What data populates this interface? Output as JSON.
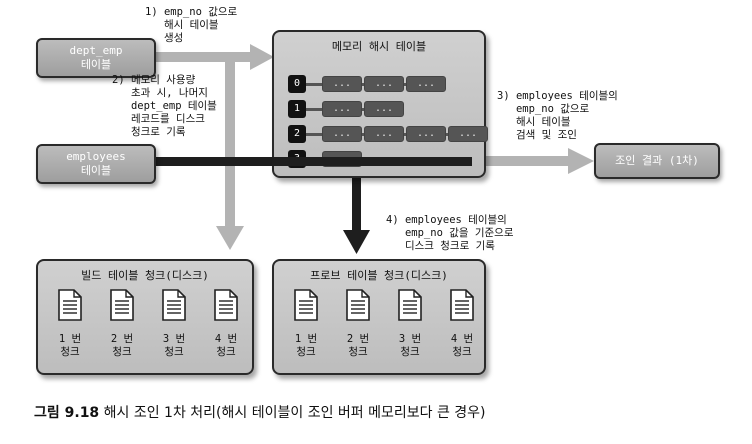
{
  "boxes": {
    "dept_emp": [
      "dept_emp",
      "테이블"
    ],
    "employees": [
      "employees",
      "테이블"
    ],
    "join_result": "조인 결과 (1차)"
  },
  "memory_table": {
    "title": "메모리 해시 테이블",
    "rows": [
      {
        "index": "0",
        "cells": [
          "...",
          "...",
          "..."
        ]
      },
      {
        "index": "1",
        "cells": [
          "...",
          "..."
        ]
      },
      {
        "index": "2",
        "cells": [
          "...",
          "...",
          "...",
          "..."
        ]
      },
      {
        "index": "3",
        "cells": [
          "..."
        ]
      }
    ]
  },
  "notes": {
    "step1": "1) emp_no 값으로\n   해시 테이블\n   생성",
    "step2": "2) 메모리 사용량\n   초과 시, 나머지\n   dept_emp 테이블\n   레코드를 디스크\n   청크로 기록",
    "step3": "3) employees 테이블의\n   emp_no 값으로\n   해시 테이블\n   검색 및 조인",
    "step4": "4) employees 테이블의\n   emp_no 값을 기준으로\n   디스크 청크로 기록"
  },
  "build_chunks": {
    "title": "빌드 테이블 청크(디스크)",
    "items": [
      [
        "1 번",
        "청크"
      ],
      [
        "2 번",
        "청크"
      ],
      [
        "3 번",
        "청크"
      ],
      [
        "4 번",
        "청크"
      ]
    ]
  },
  "probe_chunks": {
    "title": "프로브 테이블 청크(디스크)",
    "items": [
      [
        "1 번",
        "청크"
      ],
      [
        "2 번",
        "청크"
      ],
      [
        "3 번",
        "청크"
      ],
      [
        "4 번",
        "청크"
      ]
    ]
  },
  "caption": {
    "number": "그림 9.18",
    "text": "해시 조인 1차 처리(해시 테이블이 조인 버퍼 메모리보다 큰 경우)"
  },
  "colors": {
    "light_arrow": "#b3b3b3",
    "dark_arrow": "#1e1e1e",
    "box_fill": "#a9a9a9",
    "cell_fill": "#555555"
  }
}
